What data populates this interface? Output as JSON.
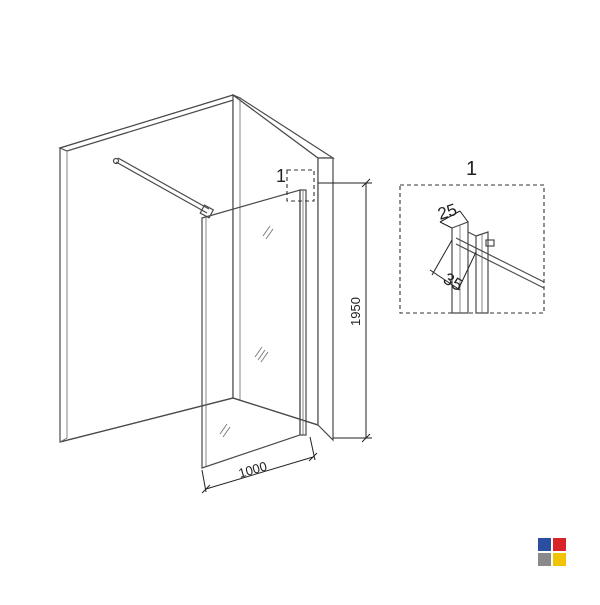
{
  "drawing": {
    "detail_callout": "1",
    "detail_title": "1",
    "width_dim": "1000",
    "height_dim": "1950",
    "profile_width": "25",
    "profile_depth": "35"
  },
  "logo": {
    "colors": [
      "#2b4fa0",
      "#d8232a",
      "#8a8a8a",
      "#f2c300"
    ],
    "icon": "brand-logo-grid"
  }
}
